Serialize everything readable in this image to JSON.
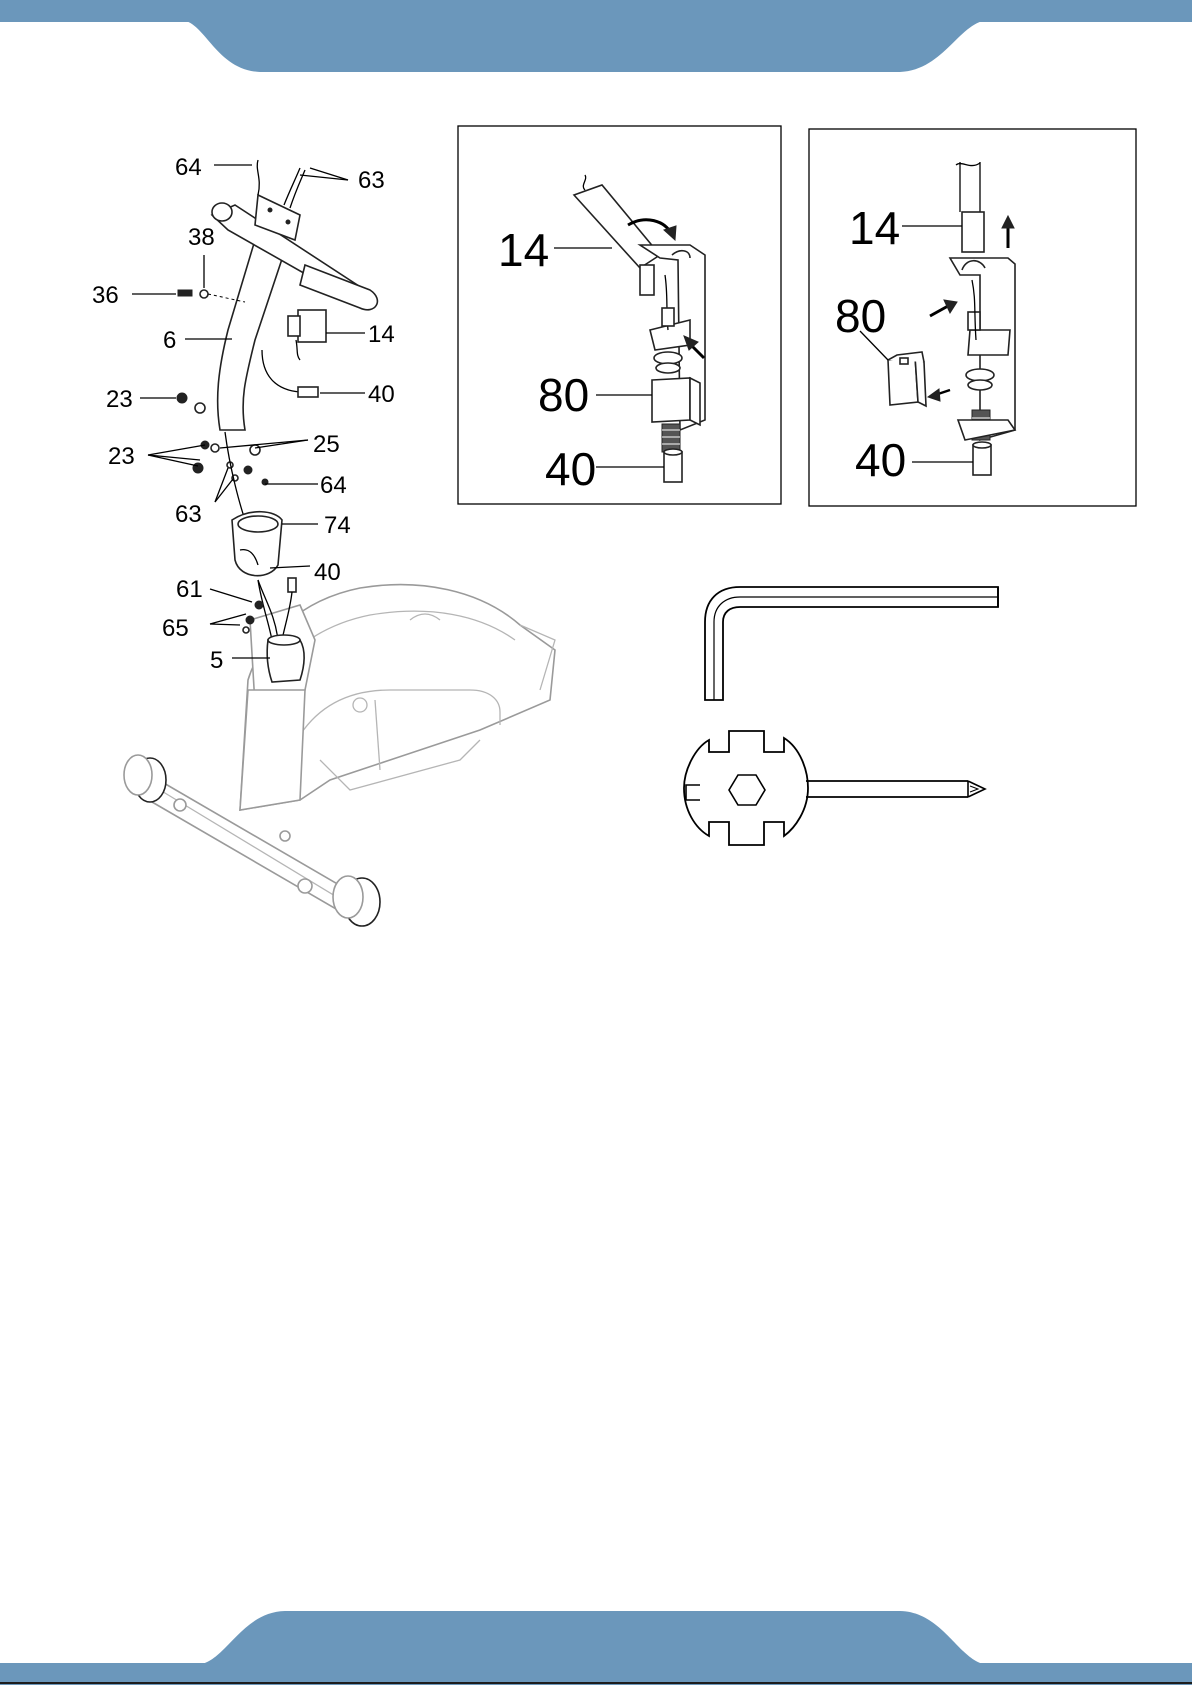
{
  "header": {
    "band_color": "#6b97bb"
  },
  "footer": {
    "band_color": "#6b97bb"
  },
  "exploded_view": {
    "callouts": [
      "64",
      "63",
      "38",
      "36",
      "6",
      "14",
      "40",
      "23",
      "25",
      "23",
      "64",
      "63",
      "74",
      "40",
      "61",
      "65",
      "5"
    ]
  },
  "detail_1": {
    "callouts": [
      "14",
      "80",
      "40"
    ]
  },
  "detail_2": {
    "callouts": [
      "14",
      "80",
      "40"
    ]
  },
  "tools": {
    "icons": [
      "allen-key-icon",
      "multi-wrench-icon"
    ]
  }
}
